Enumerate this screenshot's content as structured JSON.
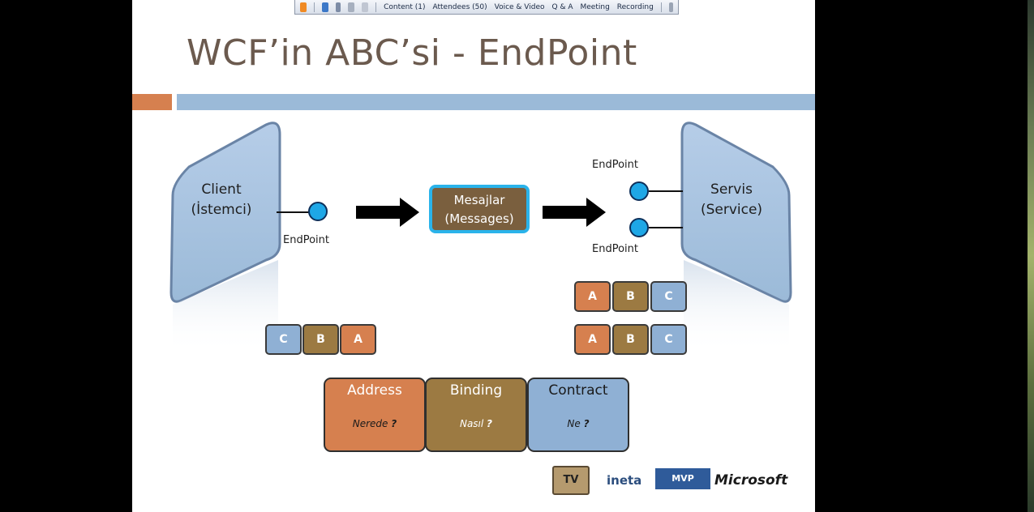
{
  "toolbar": {
    "items": [
      "Content (1)",
      "Attendees (50)",
      "Voice & Video",
      "Q & A",
      "Meeting",
      "Recording"
    ]
  },
  "slide": {
    "title": "WCF’in ABC’si - EndPoint",
    "client": {
      "line1": "Client",
      "line2": "(İstemci)"
    },
    "service": {
      "line1": "Servis",
      "line2": "(Service)"
    },
    "message": {
      "line1": "Mesajlar",
      "line2": "(Messages)"
    },
    "endpoint_label": "EndPoint",
    "abc_left": [
      "C",
      "B",
      "A"
    ],
    "abc_right_top": [
      "A",
      "B",
      "C"
    ],
    "abc_right_bottom": [
      "A",
      "B",
      "C"
    ],
    "cards": [
      {
        "title": "Address",
        "question": "Nerede",
        "qmark": "?"
      },
      {
        "title": "Binding",
        "question": "Nasıl",
        "qmark": "?"
      },
      {
        "title": "Contract",
        "question": "Ne",
        "qmark": "?"
      }
    ],
    "logos": [
      "TV",
      "ineta",
      "MVP",
      "Microsoft"
    ]
  },
  "colors": {
    "orange": "#d6804f",
    "brown": "#9c7a42",
    "blue": "#8fb0d4",
    "dot": "#1ea7e6",
    "title": "#6b5a4e"
  }
}
